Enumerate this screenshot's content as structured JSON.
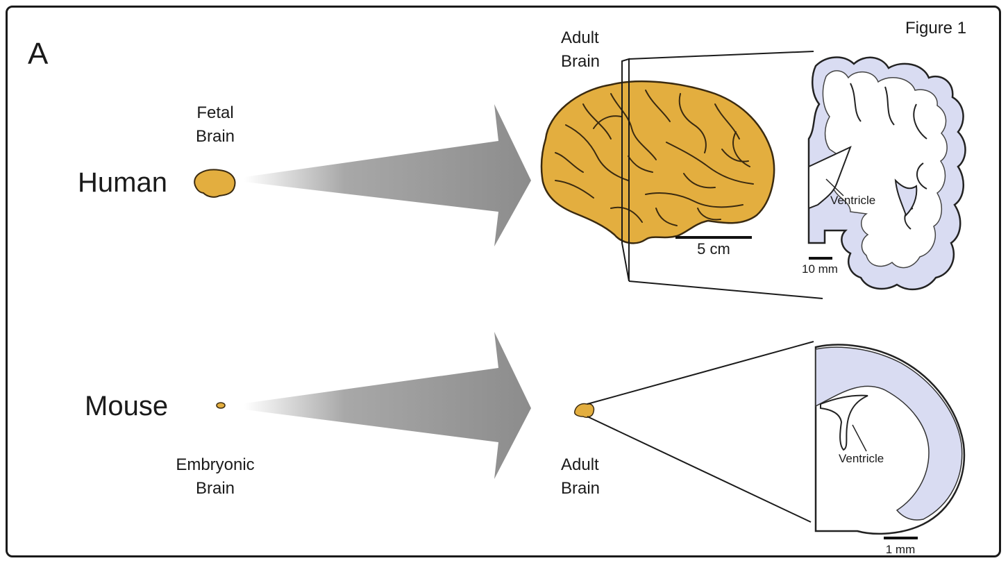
{
  "panel_letter": "A",
  "figure_label": "Figure 1",
  "human": {
    "species": "Human",
    "fetal_line1": "Fetal",
    "fetal_line2": "Brain",
    "adult_line1": "Adult",
    "adult_line2": "Brain",
    "scale_brain": "5 cm",
    "scale_section": "10 mm",
    "ventricle": "Ventricle"
  },
  "mouse": {
    "species": "Mouse",
    "embryonic_line1": "Embryonic",
    "embryonic_line2": "Brain",
    "adult_line1": "Adult",
    "adult_line2": "Brain",
    "scale_section": "1 mm",
    "ventricle": "Ventricle"
  },
  "colors": {
    "brain_fill": "#e3ae3f",
    "brain_stroke": "#3a2a10",
    "section_fill": "#d9dcf2",
    "arrow_dark": "#8c8c8c",
    "frame": "#1a1a1a"
  }
}
